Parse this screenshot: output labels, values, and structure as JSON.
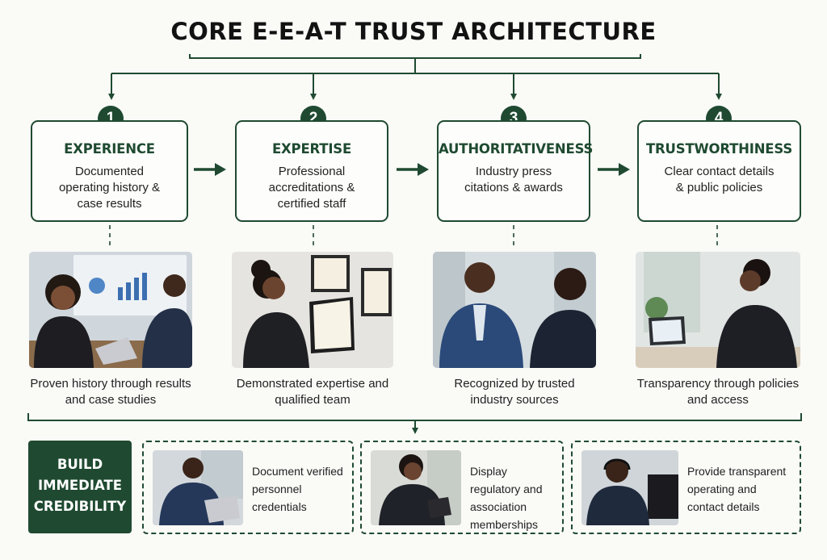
{
  "title": "CORE E-E-A-T TRUST ARCHITECTURE",
  "pillars": [
    {
      "number": "1",
      "title": "EXPERIENCE",
      "description": "Documented operating history & case results",
      "caption": "Proven history through results and case studies",
      "photo": "two-professionals-reviewing-charts-photo"
    },
    {
      "number": "2",
      "title": "EXPERTISE",
      "description": "Professional accreditations & certified staff",
      "caption": "Demonstrated expertise and qualified team",
      "photo": "woman-holding-certificate-photo"
    },
    {
      "number": "3",
      "title": "AUTHORITATIVENESS",
      "description": "Industry press citations & awards",
      "caption": "Recognized by trusted industry sources",
      "photo": "interview-with-businessman-photo"
    },
    {
      "number": "4",
      "title": "TRUSTWORTHINESS",
      "description": "Clear contact details & public policies",
      "caption": "Transparency through policies and access",
      "photo": "woman-working-on-laptop-photo"
    }
  ],
  "build": {
    "line1": "BUILD",
    "line2": "IMMEDIATE",
    "line3": "CREDIBILITY"
  },
  "actions": [
    {
      "text": "Document verified personnel credentials",
      "photo": "man-typing-on-laptop-photo"
    },
    {
      "text": "Display regulatory and association memberships",
      "photo": "woman-using-tablet-photo"
    },
    {
      "text": "Provide transparent operating and contact details",
      "photo": "man-with-headset-photo"
    }
  ],
  "colors": {
    "accent": "#1f4a31",
    "background": "#fafaf7"
  }
}
